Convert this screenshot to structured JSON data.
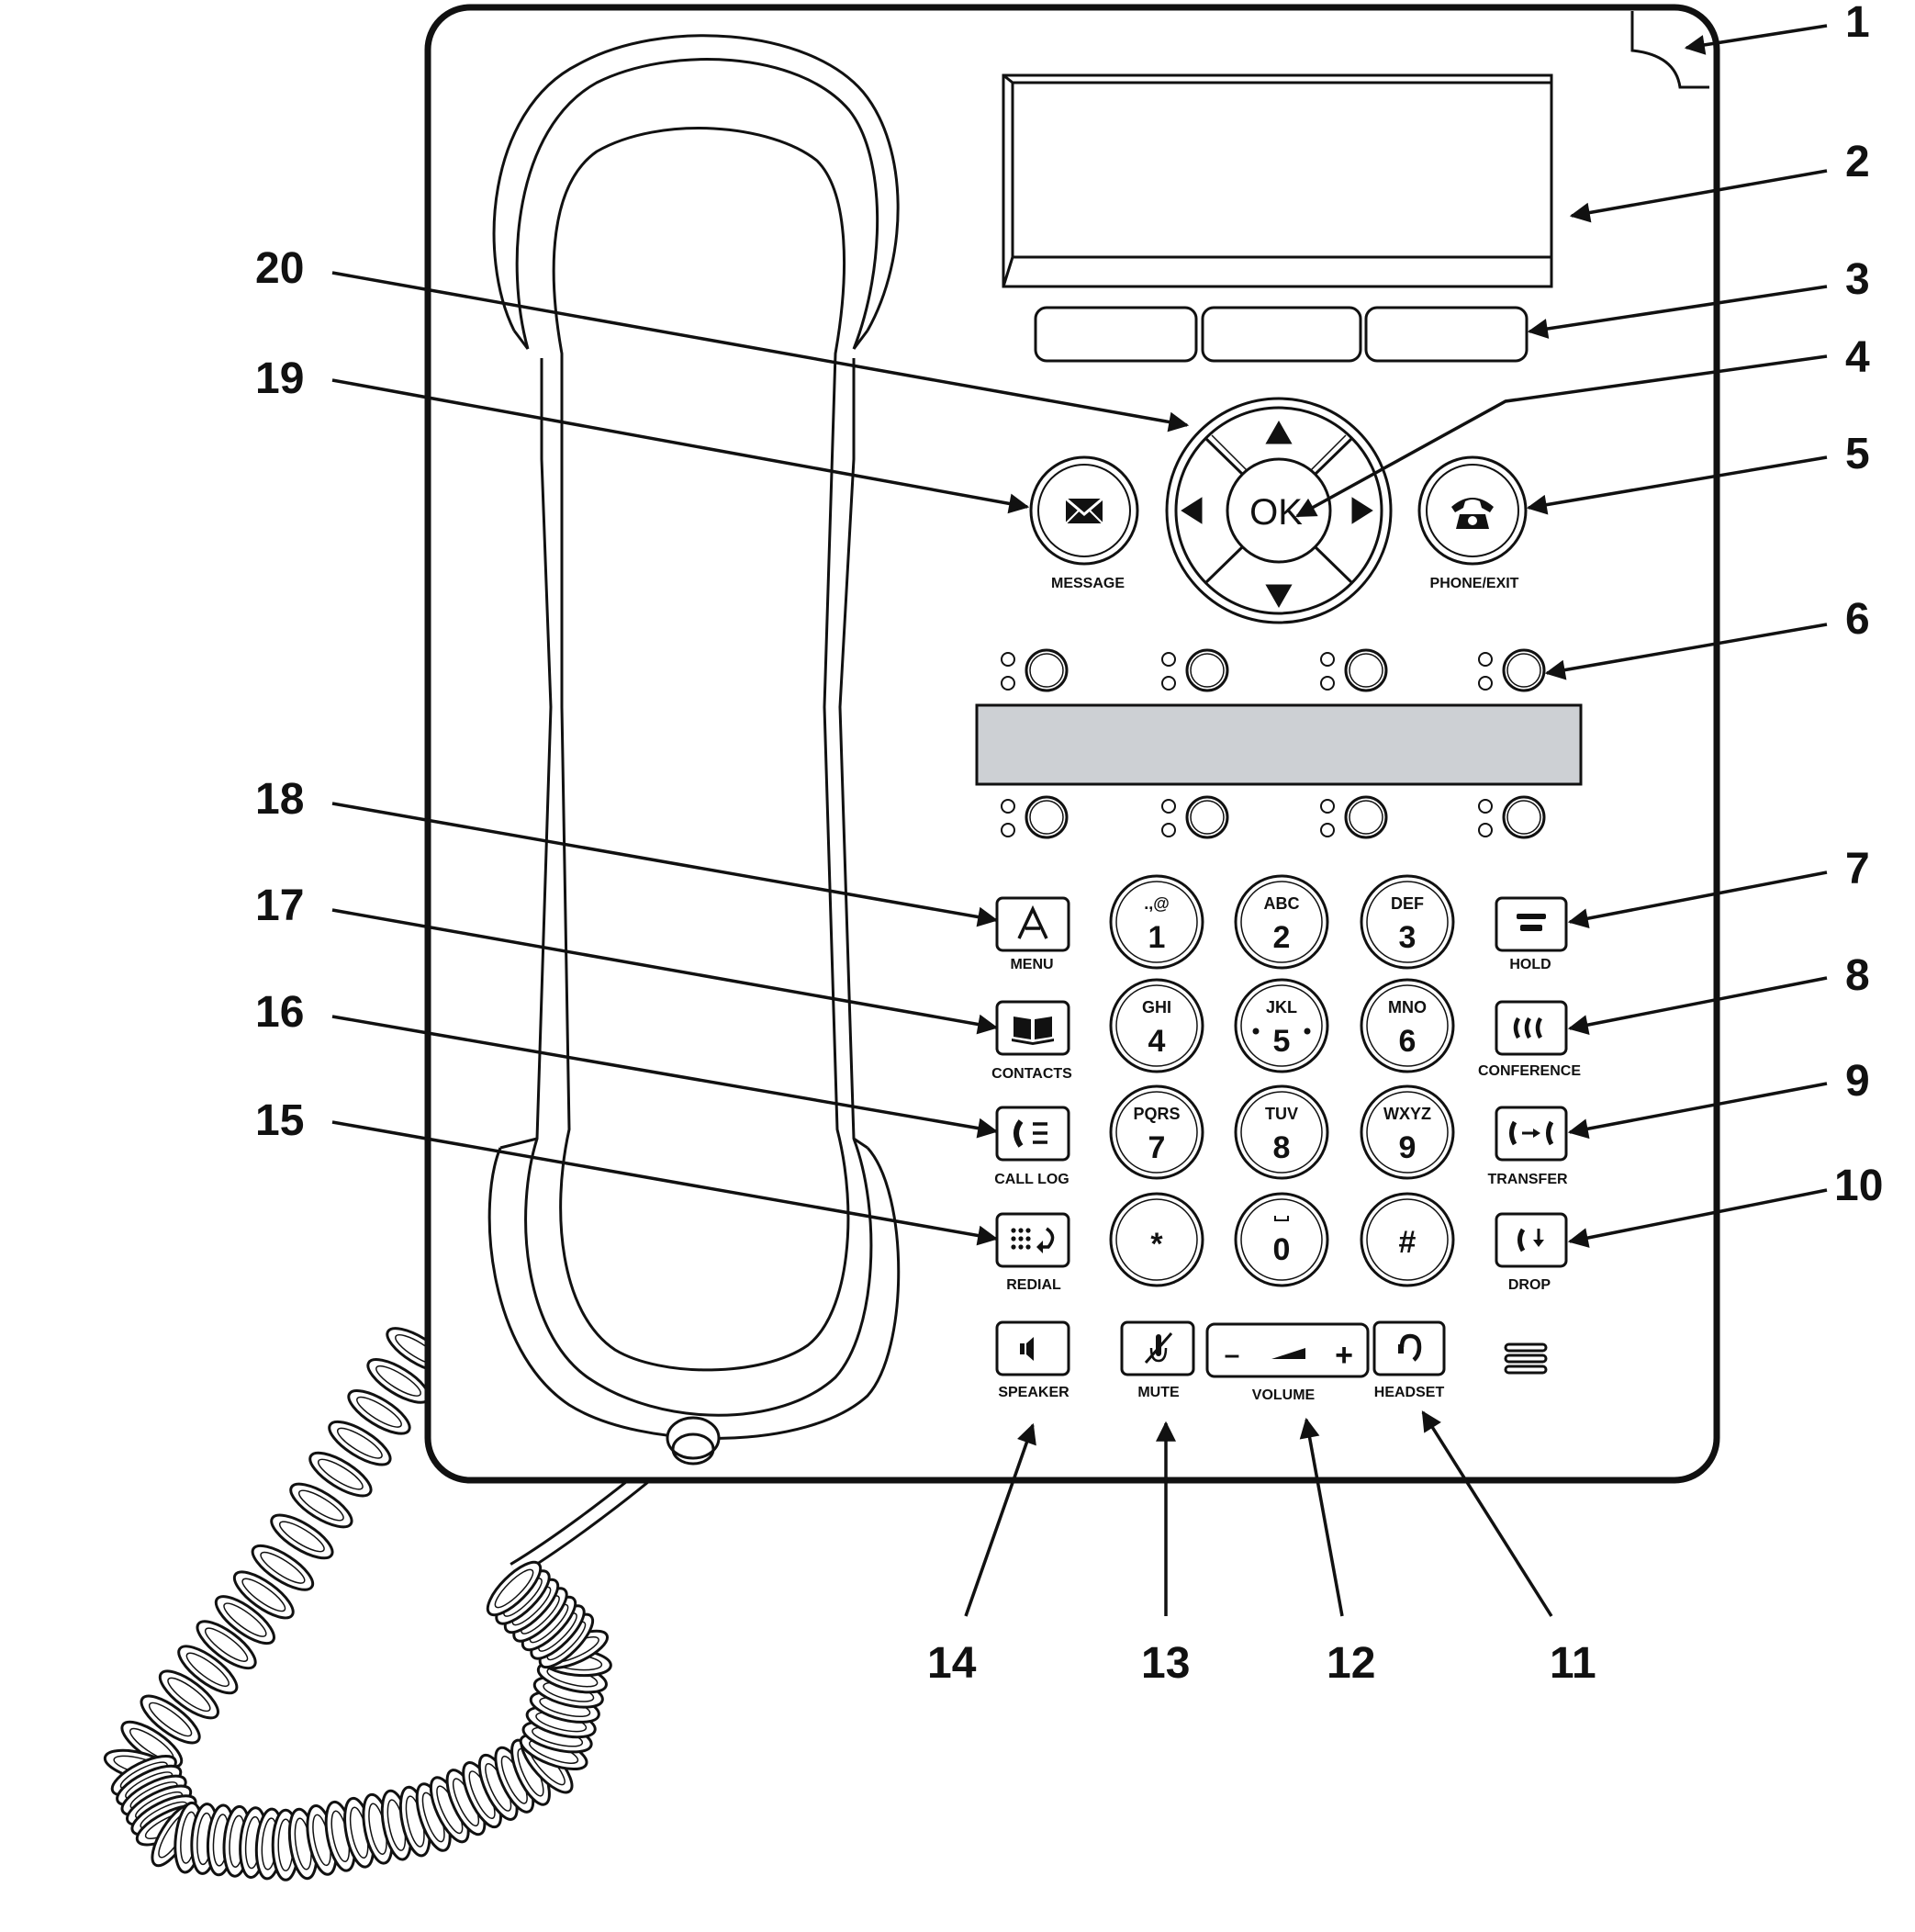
{
  "callouts": [
    "1",
    "2",
    "3",
    "4",
    "5",
    "6",
    "7",
    "8",
    "9",
    "10",
    "11",
    "12",
    "13",
    "14",
    "15",
    "16",
    "17",
    "18",
    "19",
    "20"
  ],
  "nav": {
    "ok_label": "OK"
  },
  "buttons": {
    "message": "MESSAGE",
    "phone_exit": "PHONE/EXIT",
    "menu": "MENU",
    "contacts": "CONTACTS",
    "call_log": "CALL LOG",
    "redial": "REDIAL",
    "hold": "HOLD",
    "conference": "CONFERENCE",
    "transfer": "TRANSFER",
    "drop": "DROP",
    "speaker": "SPEAKER",
    "mute": "MUTE",
    "volume": "VOLUME",
    "headset": "HEADSET"
  },
  "volume_signs": {
    "minus": "–",
    "plus": "+"
  },
  "keypad": [
    {
      "letters": ".,@",
      "digit": "1"
    },
    {
      "letters": "ABC",
      "digit": "2"
    },
    {
      "letters": "DEF",
      "digit": "3"
    },
    {
      "letters": "GHI",
      "digit": "4"
    },
    {
      "letters": "JKL",
      "digit": "5"
    },
    {
      "letters": "MNO",
      "digit": "6"
    },
    {
      "letters": "PQRS",
      "digit": "7"
    },
    {
      "letters": "TUV",
      "digit": "8"
    },
    {
      "letters": "WXYZ",
      "digit": "9"
    },
    {
      "letters": "",
      "digit": "*"
    },
    {
      "letters": "",
      "digit": "0"
    },
    {
      "letters": "",
      "digit": "#"
    }
  ],
  "icons": {
    "message": "envelope-icon",
    "phone_exit": "telephone-icon",
    "menu": "avaya-a-icon",
    "contacts": "open-book-icon",
    "call_log": "handset-list-icon",
    "redial": "keypad-return-icon",
    "hold": "hold-icon",
    "conference": "conference-icon",
    "transfer": "transfer-icon",
    "drop": "drop-icon",
    "speaker": "speaker-icon",
    "mute": "mute-icon",
    "headset": "headset-icon"
  },
  "colors": {
    "line": "#111111",
    "display_strip": "#cdd0d4",
    "background": "#ffffff"
  }
}
